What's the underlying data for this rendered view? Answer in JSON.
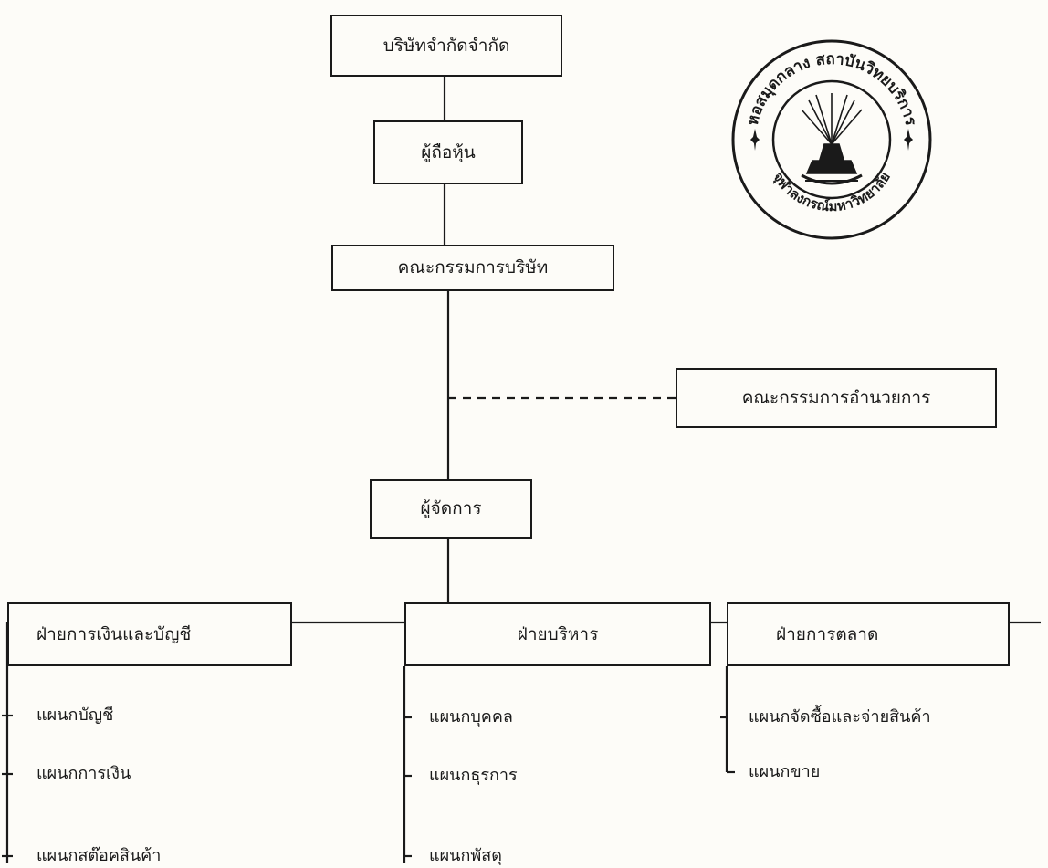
{
  "chart": {
    "company": "บริษัทจำกัดจำกัด",
    "shareholders": "ผู้ถือหุ้น",
    "board": "คณะกรรมการบริษัท",
    "executive_committee": "คณะกรรมการอำนวยการ",
    "manager": "ผู้จัดการ",
    "divisions": [
      {
        "name": "ฝ่ายการเงินและบัญชี",
        "units": [
          "แผนกบัญชี",
          "แผนกการเงิน",
          "แผนกสต๊อคสินค้า"
        ]
      },
      {
        "name": "ฝ่ายบริหาร",
        "units": [
          "แผนกบุคคล",
          "แผนกธุรการ",
          "แผนกพัสดุ"
        ]
      },
      {
        "name": "ฝ่ายการตลาด",
        "units": [
          "แผนกจัดซื้อและจ่ายสินค้า",
          "แผนกขาย"
        ]
      }
    ]
  },
  "seal": {
    "top_text": "หอสมุดกลาง สถาบันวิทยบริการ",
    "bottom_text": "จุฬาลงกรณ์มหาวิทยาลัย"
  },
  "colors": {
    "ink": "#1a1a1a",
    "paper": "#fdfcf8"
  }
}
